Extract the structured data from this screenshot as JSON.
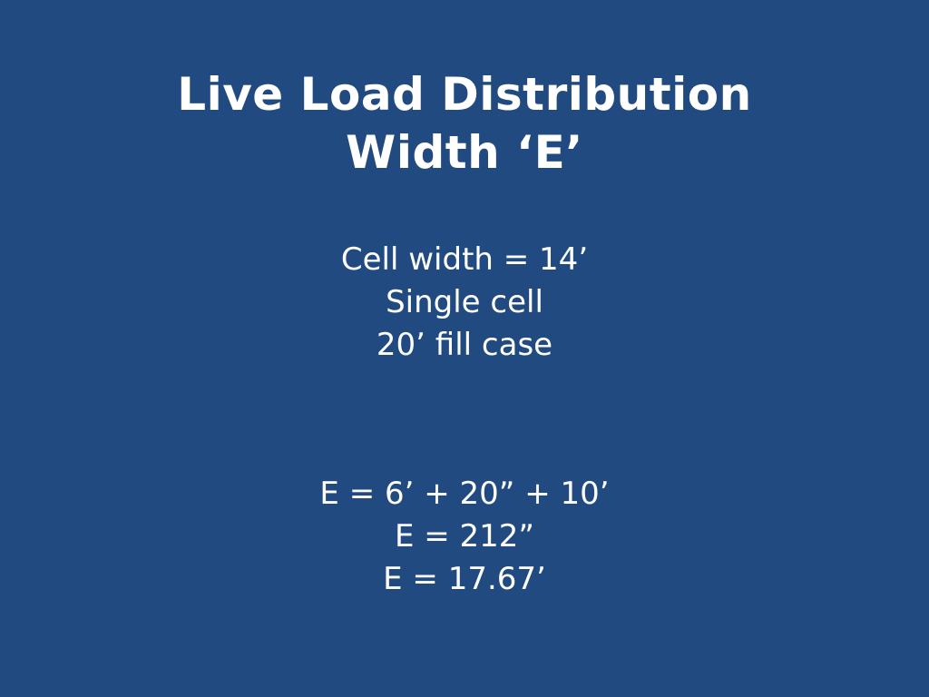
{
  "slide": {
    "title_line1": "Live Load Distribution",
    "title_line2": "Width ‘E’",
    "given": [
      "Cell width = 14’",
      "Single cell",
      "20’ fill case"
    ],
    "calculation": [
      "E = 6’ + 20” + 10’",
      "E = 212”",
      "E = 17.67’"
    ],
    "colors": {
      "background": "#214a80",
      "text": "#ffffff"
    }
  }
}
